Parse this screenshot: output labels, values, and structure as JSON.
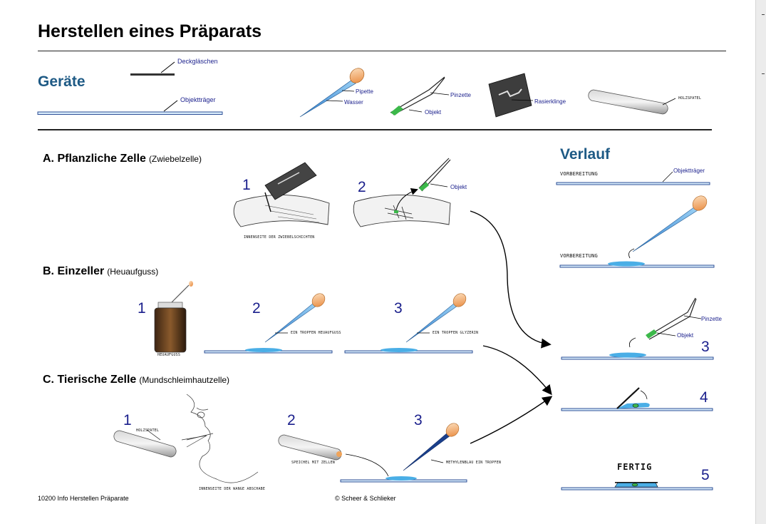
{
  "title": "Herstellen eines Präparats",
  "geraete": {
    "heading": "Geräte",
    "labels": {
      "deckglaschen": "Deckgläschen",
      "objekttrager": "Objektträger",
      "pipette": "Pipette",
      "wasser": "Wasser",
      "pinzette": "Pinzette",
      "objekt": "Objekt",
      "rasierklinge": "Rasierklinge",
      "holzspatel": "HOLZSPATEL"
    }
  },
  "sections": {
    "a": {
      "title": "A. Pflanzliche Zelle",
      "sub": "(Zwiebelzelle)",
      "steps": [
        "1",
        "2"
      ],
      "onion_caption": "INNENSEITE DER ZWIEBELSCHICHTEN",
      "objekt": "Objekt"
    },
    "b": {
      "title": "B. Einzeller",
      "sub": "(Heuaufguss)",
      "steps": [
        "1",
        "2",
        "3"
      ],
      "jar_caption": "HEUAUFGUSS",
      "drop_heu": "EIN TROPFEN HEUAUFGUSS",
      "drop_gly": "EIN TROPFEN GLYZERIN"
    },
    "c": {
      "title": "C. Tierische Zelle",
      "sub": "(Mundschleimhautzelle)",
      "steps": [
        "1",
        "2",
        "3"
      ],
      "holzspatel": "HOLZSPATEL",
      "wange": "INNENSEITE DER WANGE ABSCHABE",
      "speichel": "SPEICHEL MIT ZELLEN",
      "methylen": "METHYLENBLAU EIN TROPFEN"
    }
  },
  "verlauf": {
    "heading": "Verlauf",
    "vorbereitung": "VORBEREITUNG",
    "objekttrager": "Objektträger",
    "pinzette": "Pinzette",
    "objekt": "Objekt",
    "steps": [
      "3",
      "4",
      "5"
    ],
    "fertig": "FERTIG"
  },
  "footer": {
    "left": "10200 Info Herstellen Präparate",
    "center": "© Scheer & Schlieker"
  },
  "colors": {
    "heading_blue": "#1e5a85",
    "label_blue": "#1a1f8c",
    "water_blue": "#4aaee6",
    "bulb_orange": "#f0a45a",
    "object_green": "#3cb84a"
  }
}
